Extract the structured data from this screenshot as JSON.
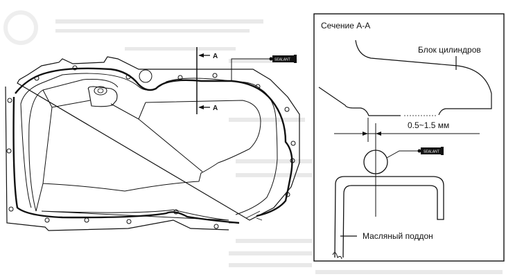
{
  "pan_view": {
    "section_marker_top": "A",
    "section_marker_bottom": "A",
    "sealant_tag": "SEALANT"
  },
  "section_view": {
    "title": "Сечение А-А",
    "block_label": "Блок цилиндров",
    "gap_dimension": "0.5~1.5 мм",
    "sealant_tag": "SEALANT",
    "pan_label": "Масляный поддон"
  },
  "colors": {
    "ink": "#111111",
    "ghost": "#e9e9e9"
  }
}
